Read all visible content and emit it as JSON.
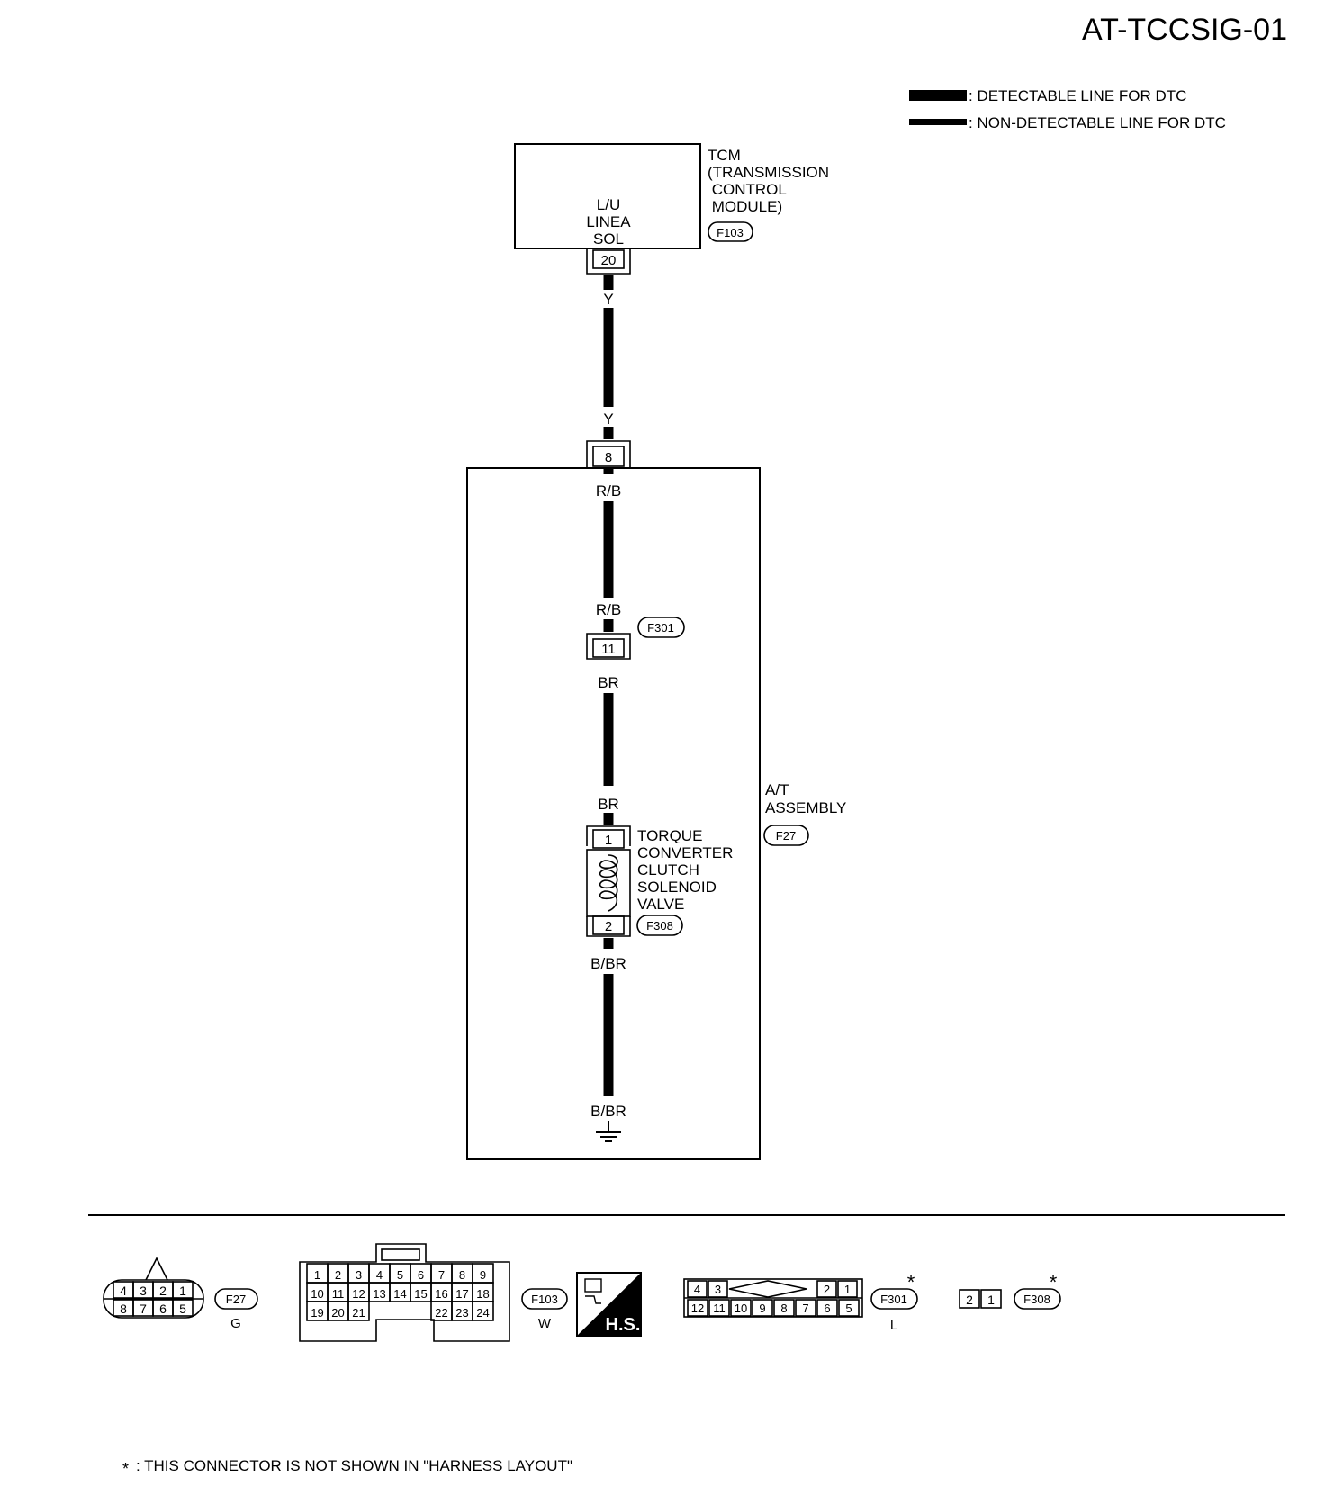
{
  "title": "AT-TCCSIG-01",
  "legend": {
    "detectable": ": DETECTABLE LINE FOR DTC",
    "non_detectable": ": NON-DETECTABLE LINE FOR DTC"
  },
  "tcm": {
    "name_lines": [
      "TCM",
      "(TRANSMISSION",
      " CONTROL",
      " MODULE)"
    ],
    "connector": "F103",
    "terminal_lines": [
      "L/U",
      "LINEA",
      "SOL"
    ],
    "pin": "20"
  },
  "wires": {
    "tcm_top": "Y",
    "tcm_bottom": "Y",
    "at_pin8_below": "R/B",
    "above_f301": "R/B",
    "below_f301": "BR",
    "above_valve": "BR",
    "below_valve": "B/BR",
    "ground": "B/BR"
  },
  "at_assembly": {
    "name_lines": [
      "A/T",
      "ASSEMBLY"
    ],
    "connector": "F27",
    "pin_in": "8"
  },
  "f301": {
    "connector": "F301",
    "pin": "11"
  },
  "valve": {
    "name_lines": [
      "TORQUE",
      "CONVERTER",
      "CLUTCH",
      "SOLENOID",
      "VALVE"
    ],
    "pin_top": "1",
    "pin_bottom": "2",
    "connector": "F308"
  },
  "connectors_view": {
    "f27": {
      "label": "F27",
      "color": "G",
      "row1": [
        "4",
        "3",
        "2",
        "1"
      ],
      "row2": [
        "8",
        "7",
        "6",
        "5"
      ]
    },
    "f103": {
      "label": "F103",
      "color": "W",
      "row1": [
        "1",
        "2",
        "3",
        "4",
        "5",
        "6",
        "7",
        "8",
        "9"
      ],
      "row2": [
        "10",
        "11",
        "12",
        "13",
        "14",
        "15",
        "16",
        "17",
        "18"
      ],
      "row3_left": [
        "19",
        "20",
        "21"
      ],
      "row3_right": [
        "22",
        "23",
        "24"
      ]
    },
    "hs": "H.S.",
    "f301": {
      "label": "F301",
      "color": "L",
      "star": "*",
      "row1_left": [
        "4",
        "3"
      ],
      "row1_right": [
        "2",
        "1"
      ],
      "row2": [
        "12",
        "11",
        "10",
        "9",
        "8",
        "7",
        "6",
        "5"
      ]
    },
    "f308": {
      "label": "F308",
      "star": "*",
      "pins": [
        "2",
        "1"
      ]
    }
  },
  "footnote": {
    "star": "*",
    "text": ": THIS CONNECTOR IS NOT SHOWN IN \"HARNESS LAYOUT\""
  }
}
